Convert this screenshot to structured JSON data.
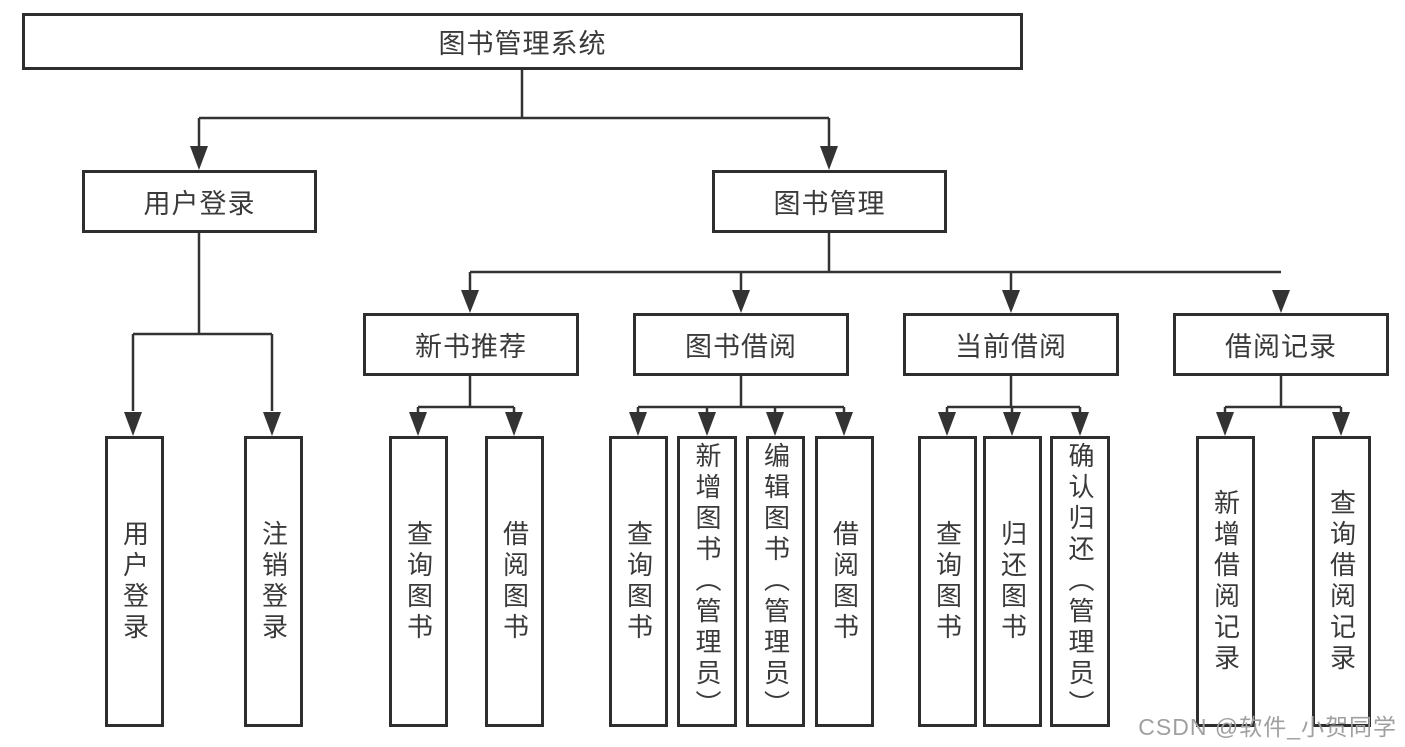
{
  "tree": {
    "root": {
      "label": "图书管理系统"
    },
    "branches": [
      {
        "label": "用户登录",
        "leaves": [
          {
            "label": "用户登录"
          },
          {
            "label": "注销登录"
          }
        ]
      },
      {
        "label": "图书管理",
        "sections": [
          {
            "label": "新书推荐",
            "leaves": [
              {
                "label": "查询图书"
              },
              {
                "label": "借阅图书"
              }
            ]
          },
          {
            "label": "图书借阅",
            "leaves": [
              {
                "label": "查询图书"
              },
              {
                "label": "新增图书（管理员）"
              },
              {
                "label": "编辑图书（管理员）"
              },
              {
                "label": "借阅图书"
              }
            ]
          },
          {
            "label": "当前借阅",
            "leaves": [
              {
                "label": "查询图书"
              },
              {
                "label": "归还图书"
              },
              {
                "label": "确认归还（管理员）"
              }
            ]
          },
          {
            "label": "借阅记录",
            "leaves": [
              {
                "label": "新增借阅记录"
              },
              {
                "label": "查询借阅记录"
              }
            ]
          }
        ]
      }
    ]
  },
  "watermark": {
    "text": "CSDN @软件_小贺同学"
  },
  "colors": {
    "line": "#333333",
    "box_border": "#2e2e2e",
    "box_fill": "#ffffff",
    "text": "#3a3a3a",
    "watermark": "#a0a0a0",
    "background": "#ffffff"
  }
}
